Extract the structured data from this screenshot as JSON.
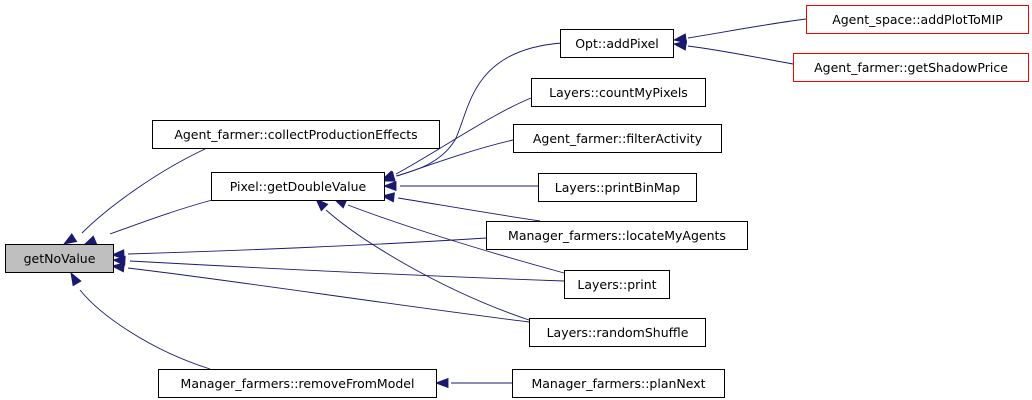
{
  "graph": {
    "nodes": [
      {
        "id": "getNoValue",
        "label": "getNoValue",
        "style": "current"
      },
      {
        "id": "collect",
        "label": "Agent_farmer::collectProductionEffects",
        "style": "normal"
      },
      {
        "id": "getDouble",
        "label": "Pixel::getDoubleValue",
        "style": "normal"
      },
      {
        "id": "removeFromModel",
        "label": "Manager_farmers::removeFromModel",
        "style": "normal"
      },
      {
        "id": "addPixel",
        "label": "Opt::addPixel",
        "style": "normal"
      },
      {
        "id": "countMyPixels",
        "label": "Layers::countMyPixels",
        "style": "normal"
      },
      {
        "id": "filterActivity",
        "label": "Agent_farmer::filterActivity",
        "style": "normal"
      },
      {
        "id": "printBinMap",
        "label": "Layers::printBinMap",
        "style": "normal"
      },
      {
        "id": "locateMyAgents",
        "label": "Manager_farmers::locateMyAgents",
        "style": "normal"
      },
      {
        "id": "print",
        "label": "Layers::print",
        "style": "normal"
      },
      {
        "id": "randomShuffle",
        "label": "Layers::randomShuffle",
        "style": "normal"
      },
      {
        "id": "planNext",
        "label": "Manager_farmers::planNext",
        "style": "normal"
      },
      {
        "id": "addPlotToMIP",
        "label": "Agent_space::addPlotToMIP",
        "style": "external"
      },
      {
        "id": "getShadowPrice",
        "label": "Agent_farmer::getShadowPrice",
        "style": "external"
      }
    ],
    "edges": [
      {
        "from": "collect",
        "to": "getNoValue"
      },
      {
        "from": "getDouble",
        "to": "getNoValue"
      },
      {
        "from": "locateMyAgents",
        "to": "getNoValue"
      },
      {
        "from": "print",
        "to": "getNoValue"
      },
      {
        "from": "randomShuffle",
        "to": "getNoValue"
      },
      {
        "from": "removeFromModel",
        "to": "getNoValue"
      },
      {
        "from": "addPixel",
        "to": "getDouble"
      },
      {
        "from": "countMyPixels",
        "to": "getDouble"
      },
      {
        "from": "filterActivity",
        "to": "getDouble"
      },
      {
        "from": "printBinMap",
        "to": "getDouble"
      },
      {
        "from": "locateMyAgents",
        "to": "getDouble"
      },
      {
        "from": "print",
        "to": "getDouble"
      },
      {
        "from": "randomShuffle",
        "to": "getDouble"
      },
      {
        "from": "planNext",
        "to": "removeFromModel"
      },
      {
        "from": "addPlotToMIP",
        "to": "addPixel"
      },
      {
        "from": "getShadowPrice",
        "to": "addPixel"
      }
    ],
    "colors": {
      "edge": "#191970",
      "current_fill": "#bfbfbf",
      "current_border": "#000000",
      "normal_fill": "#ffffff",
      "normal_border": "#000000",
      "external_fill": "#ffffff",
      "external_border": "#ff0000"
    }
  }
}
